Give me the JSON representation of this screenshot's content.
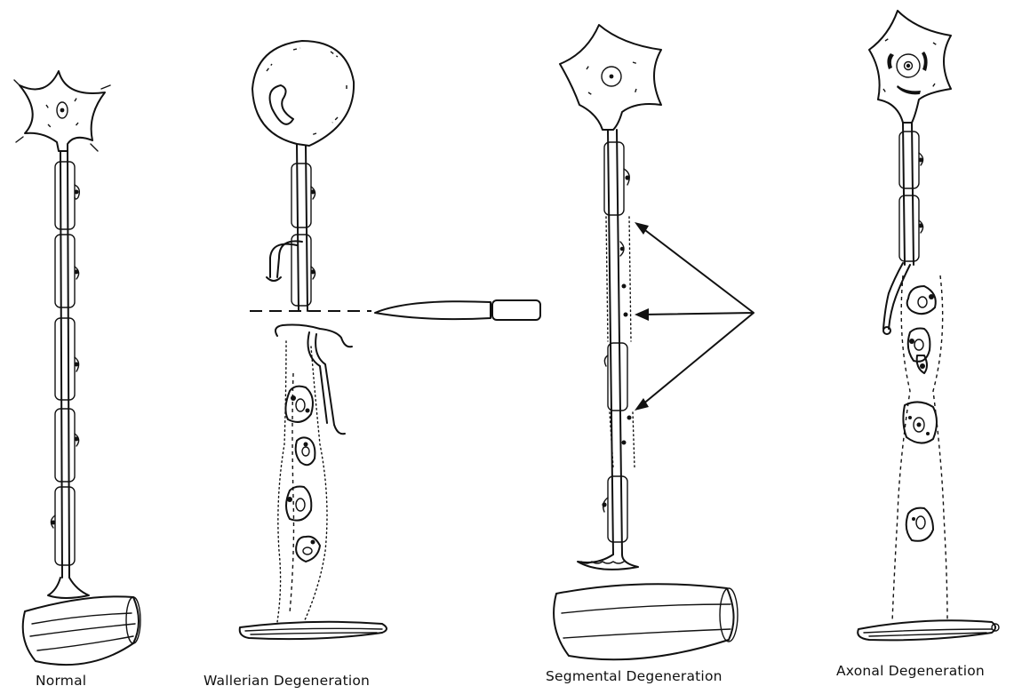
{
  "panels": [
    {
      "label": "Normal"
    },
    {
      "label": "Wallerian Degeneration"
    },
    {
      "label": "Segmental Degeneration"
    },
    {
      "label": "Axonal Degeneration"
    }
  ],
  "colors": {
    "ink": "#111111",
    "background": "#ffffff"
  }
}
